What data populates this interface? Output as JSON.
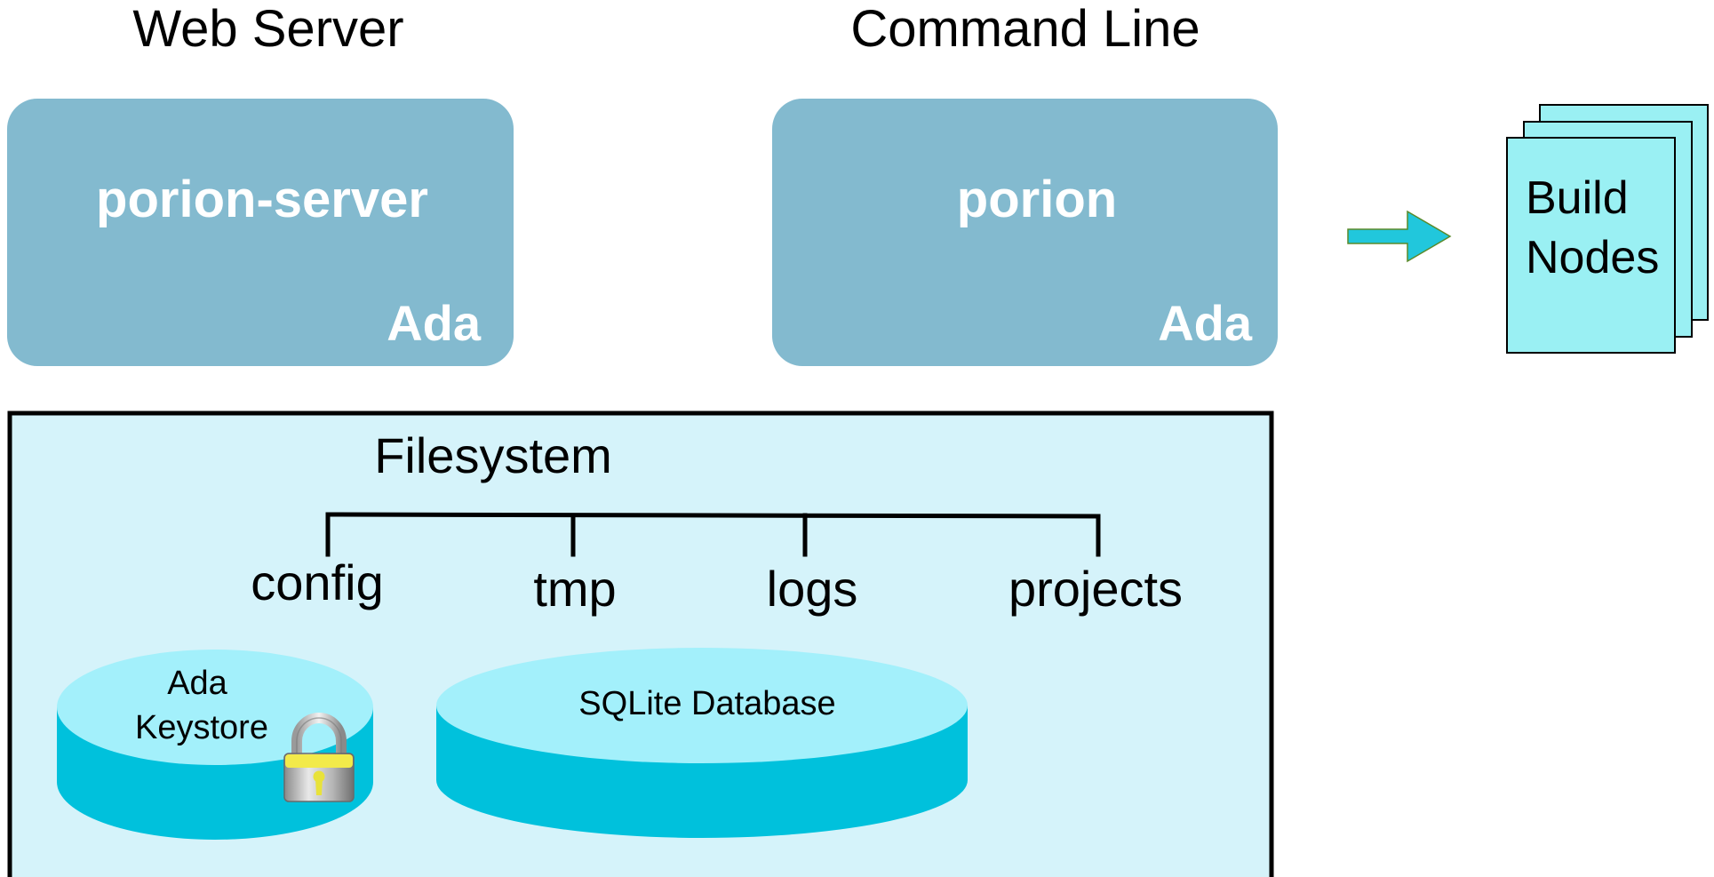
{
  "headers": {
    "web_server": "Web Server",
    "command_line": "Command Line"
  },
  "components": {
    "server": {
      "name": "porion-server",
      "language": "Ada"
    },
    "cli": {
      "name": "porion",
      "language": "Ada"
    }
  },
  "build_nodes": {
    "line1": "Build",
    "line2": "Nodes"
  },
  "filesystem": {
    "title": "Filesystem",
    "folders": [
      "config",
      "tmp",
      "logs",
      "projects"
    ]
  },
  "stores": {
    "keystore": {
      "line1": "Ada",
      "line2": "Keystore",
      "icon": "padlock-icon"
    },
    "database": {
      "label": "SQLite Database"
    }
  },
  "colors": {
    "component_fill": "#83bacf",
    "filesystem_fill": "#d5f3fa",
    "cylinder_side": "#00c1dc",
    "cylinder_top": "#a3f0fb",
    "doc_fill": "#9af0f3",
    "arrow_fill": "#21c7dc"
  }
}
